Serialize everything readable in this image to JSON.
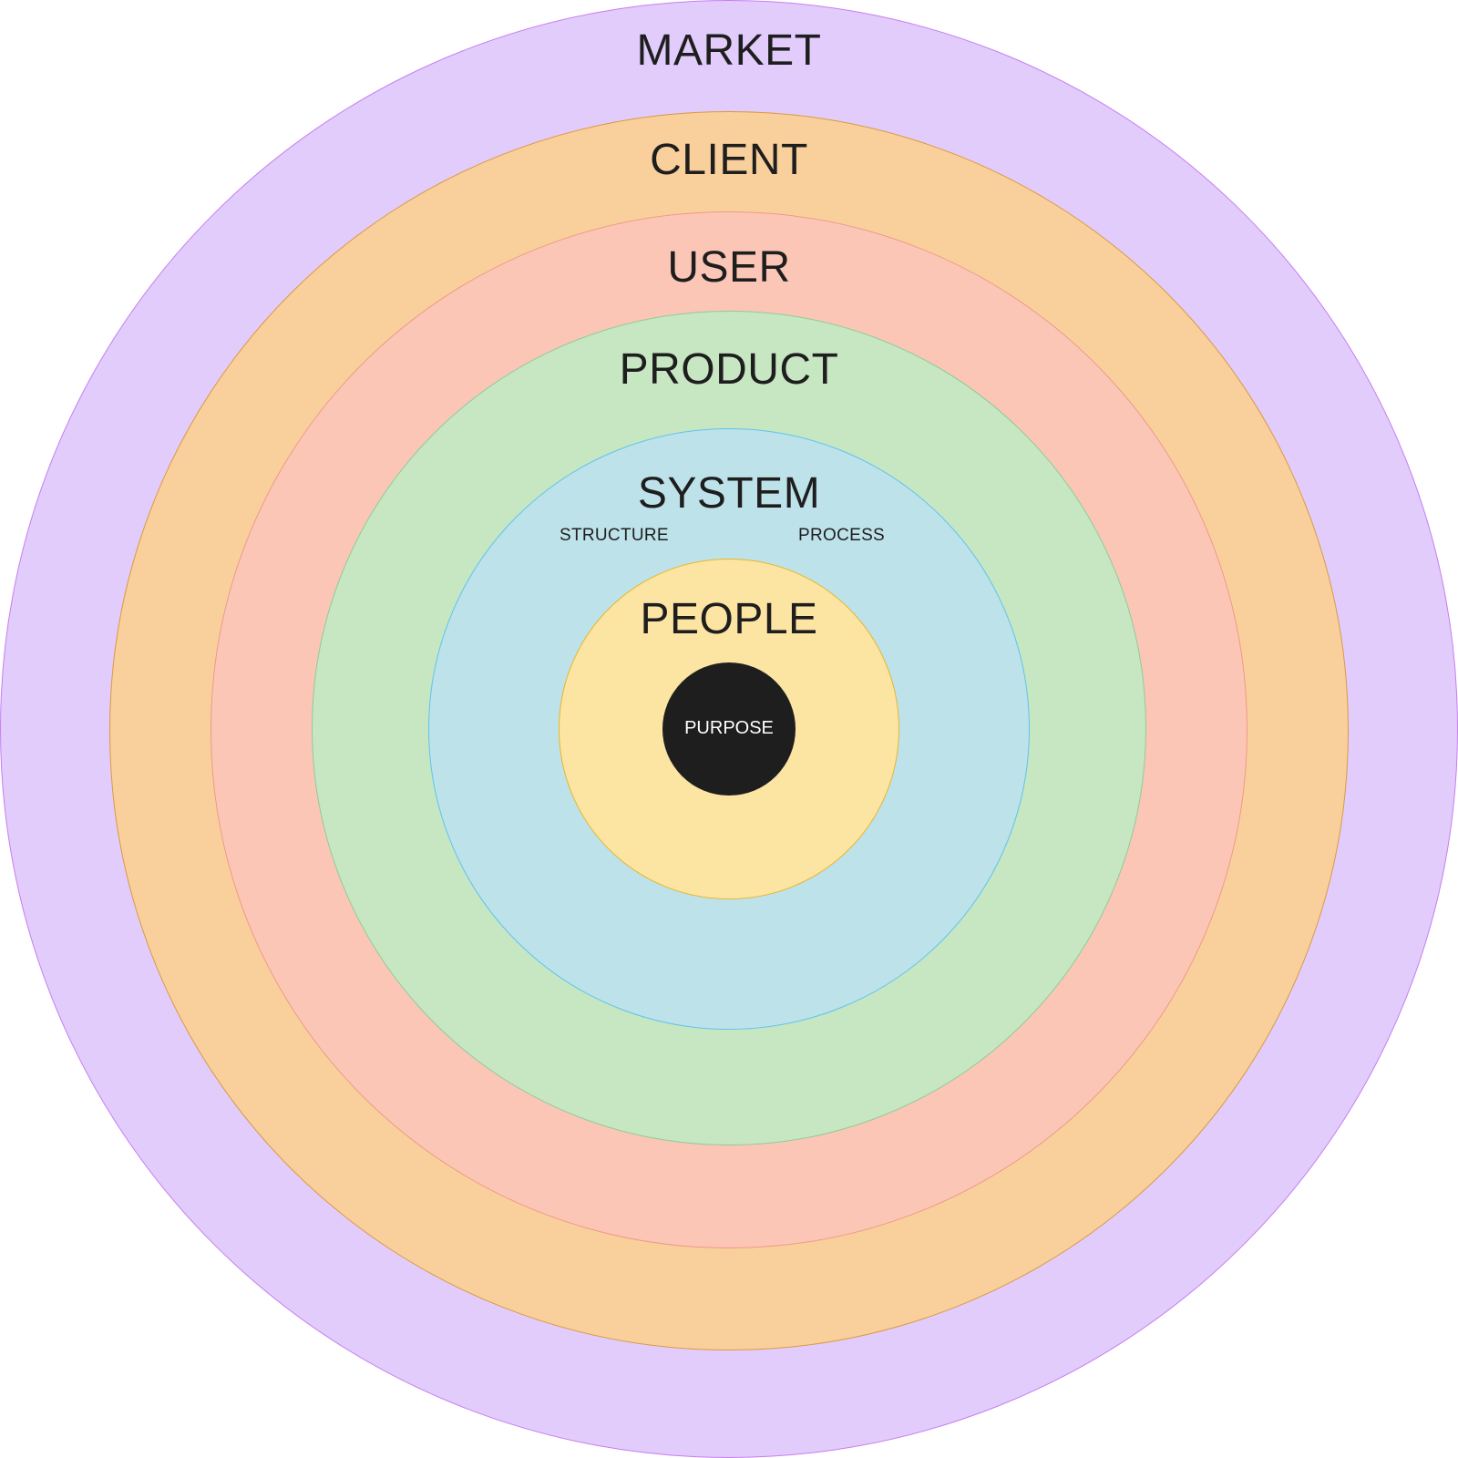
{
  "layers": [
    {
      "id": "market",
      "label": "MARKET",
      "fill": "#e2ccfc",
      "stroke": "#c77ef0"
    },
    {
      "id": "client",
      "label": "CLIENT",
      "fill": "#f9d09c",
      "stroke": "#d99a42"
    },
    {
      "id": "user",
      "label": "USER",
      "fill": "#fcc6b6",
      "stroke": "#ee9a8a"
    },
    {
      "id": "product",
      "label": "PRODUCT",
      "fill": "#c7e6c2",
      "stroke": "#8fcc99"
    },
    {
      "id": "system",
      "label": "SYSTEM",
      "fill": "#bee2ea",
      "stroke": "#5fc4ef"
    },
    {
      "id": "people",
      "label": "PEOPLE",
      "fill": "#fce4a2",
      "stroke": "#e6b72e"
    }
  ],
  "system_sublabels": {
    "structure": "STRUCTURE",
    "process": "PROCESS"
  },
  "core": {
    "label": "PURPOSE",
    "fill": "#1e1e1e",
    "text_color": "#ffffff"
  }
}
